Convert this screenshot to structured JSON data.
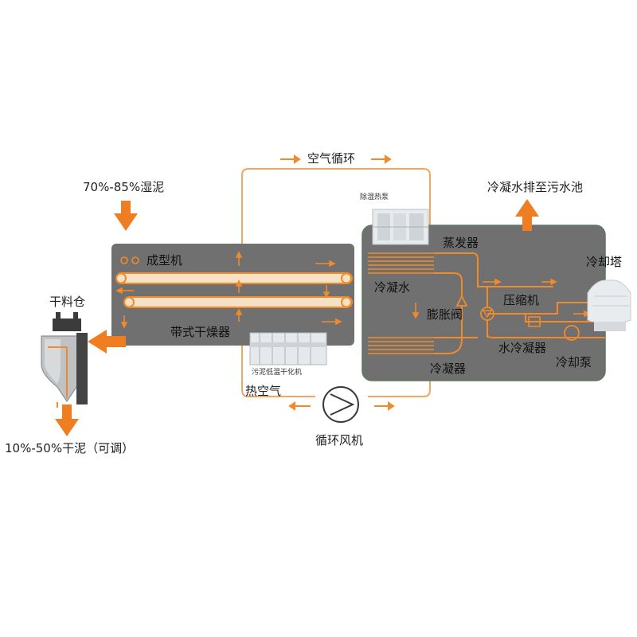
{
  "labels": {
    "air_cycle": "空气循环",
    "wet_sludge": "70%-85%湿泥",
    "condensate_drain": "冷凝水排至污水池",
    "dehumid_heat_pump": "除湿热泵",
    "forming_machine": "成型机",
    "belt_dryer": "带式干燥器",
    "dry_silo": "干料仓",
    "sludge_dryer_caption": "污泥低温干化机",
    "hot_air": "热空气",
    "circulation_fan": "循环风机",
    "dry_sludge": "10%-50%干泥（可调）",
    "evaporator": "蒸发器",
    "condensed_water": "冷凝水",
    "expansion_valve": "膨胀阀",
    "compressor": "压缩机",
    "cooling_tower": "冷却塔",
    "water_condenser": "水冷凝器",
    "condenser": "冷凝器",
    "cooling_pump": "冷却泵"
  },
  "colors": {
    "accent_orange": "#f08a2c",
    "arrow_orange": "#ef7d22",
    "panel_gray": "#707070",
    "panel_stroke": "#5d7560"
  },
  "icons": [
    "arrow-right-icon",
    "arrow-down-icon",
    "arrow-up-icon",
    "arrow-left-icon",
    "fan-icon",
    "valve-icon",
    "pump-icon"
  ]
}
